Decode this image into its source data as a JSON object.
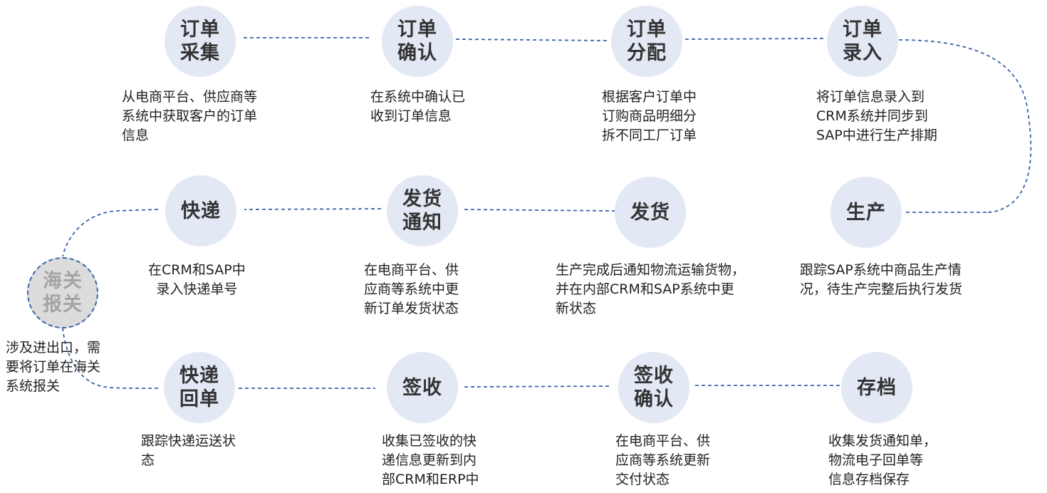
{
  "colors": {
    "circle_fill": "#e3e8f5",
    "customs_fill": "#dcdcdc",
    "connector": "#3a64a8",
    "title_text": "#333333",
    "customs_text": "#a4a4a4",
    "desc_text": "#222222"
  },
  "steps": [
    {
      "title": "订单\n采集",
      "desc": "从电商平台、供应商等\n系统中获取客户的订单\n信息"
    },
    {
      "title": "订单\n确认",
      "desc": "在系统中确认已\n收到订单信息"
    },
    {
      "title": "订单\n分配",
      "desc": "根据客户订单中\n订购商品明细分\n拆不同工厂订单"
    },
    {
      "title": "订单\n录入",
      "desc": "将订单信息录入到\nCRM系统并同步到\nSAP中进行生产排期"
    },
    {
      "title": "生产",
      "desc": "跟踪SAP系统中商品生产情\n况，待生产完整后执行发货"
    },
    {
      "title": "发货",
      "desc": "生产完成后通知物流运输货物，\n并在内部CRM和SAP系统中更\n新状态"
    },
    {
      "title": "发货\n通知",
      "desc": "在电商平台、供\n应商等系统中更\n新订单发货状态"
    },
    {
      "title": "快递",
      "desc": "在CRM和SAP中\n录入快递单号"
    },
    {
      "title": "海关\n报关",
      "desc": "涉及进出口，需\n要将订单在海关\n系统报关"
    },
    {
      "title": "快递\n回单",
      "desc": "跟踪快递运送状\n态"
    },
    {
      "title": "签收",
      "desc": "收集已签收的快\n递信息更新到内\n部CRM和ERP中"
    },
    {
      "title": "签收\n确认",
      "desc": "在电商平台、供\n应商等系统更新\n交付状态"
    },
    {
      "title": "存档",
      "desc": "收集发货通知单，\n物流电子回单等\n信息存档保存"
    }
  ]
}
